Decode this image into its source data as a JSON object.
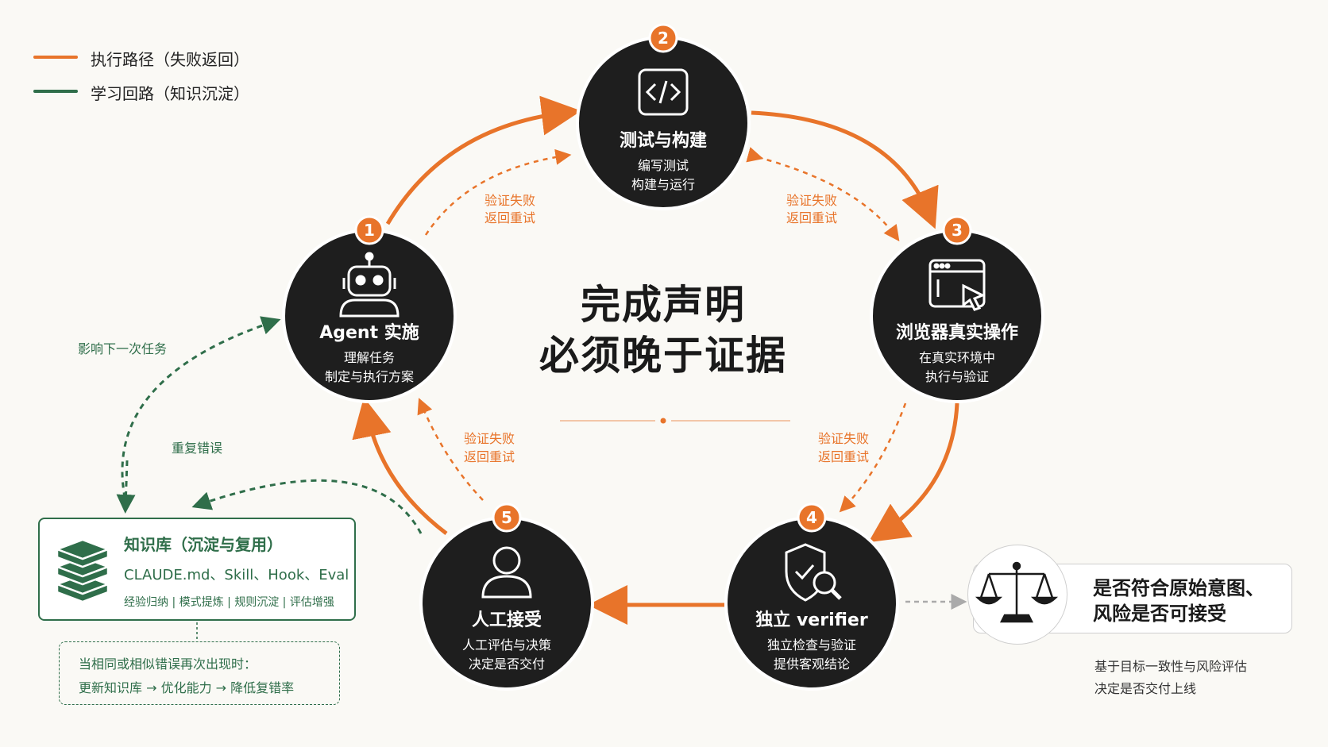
{
  "legend": {
    "exec_label": "执行路径（失败返回）",
    "learn_label": "学习回路（知识沉淀）"
  },
  "colors": {
    "exec": "#e8742a",
    "learn": "#2f6e4a",
    "node": "#1e1e1e"
  },
  "center": {
    "line1": "完成声明",
    "line2": "必须晚于证据"
  },
  "nodes": [
    {
      "num": "1",
      "title": "Agent 实施",
      "sub1": "理解任务",
      "sub2": "制定与执行方案",
      "icon": "robot-icon"
    },
    {
      "num": "2",
      "title": "测试与构建",
      "sub1": "编写测试",
      "sub2": "构建与运行",
      "icon": "code-icon"
    },
    {
      "num": "3",
      "title": "浏览器真实操作",
      "sub1": "在真实环境中",
      "sub2": "执行与验证",
      "icon": "browser-cursor-icon"
    },
    {
      "num": "4",
      "title": "独立 verifier",
      "sub1": "独立检查与验证",
      "sub2": "提供客观结论",
      "icon": "shield-search-icon"
    },
    {
      "num": "5",
      "title": "人工接受",
      "sub1": "人工评估与决策",
      "sub2": "决定是否交付",
      "icon": "person-icon"
    }
  ],
  "fail_label": {
    "line1": "验证失败",
    "line2": "返回重试"
  },
  "learning": {
    "influence": "影响下一次任务",
    "repeat": "重复错误"
  },
  "knowledge_base": {
    "title": "知识库（沉淀与复用）",
    "items": "CLAUDE.md、Skill、Hook、Eval",
    "tags": "经验归纳 | 模式提炼 | 规则沉淀 | 评估增强",
    "icon": "books-icon",
    "note_line1": "当相同或相似错误再次出现时：",
    "note_line2": "更新知识库 → 优化能力 → 降低复错率"
  },
  "human_decision": {
    "line1": "是否符合原始意图、",
    "line2": "风险是否可接受",
    "note1": "基于目标一致性与风险评估",
    "note2": "决定是否交付上线",
    "icon": "scales-icon"
  }
}
